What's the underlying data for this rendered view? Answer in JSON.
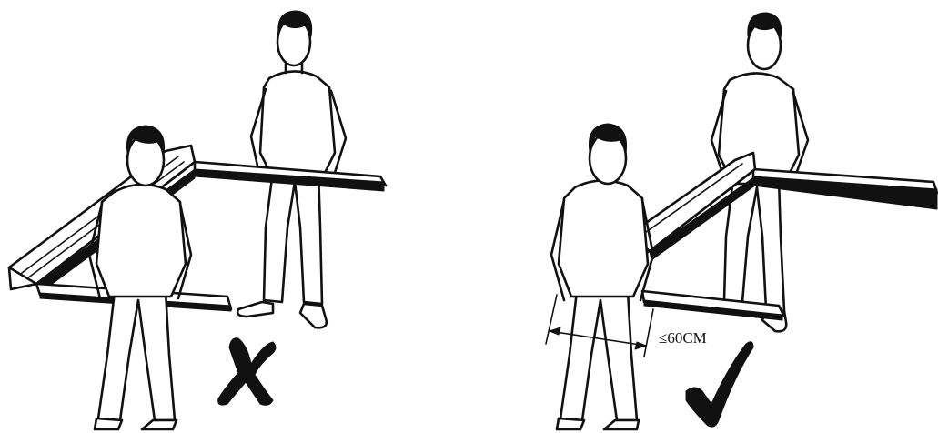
{
  "panels": [
    {
      "id": "wrong",
      "verdict": "wrong",
      "mark_glyph": "✗"
    },
    {
      "id": "correct",
      "verdict": "correct",
      "mark_glyph": "✓",
      "dimension_label": "≤60CM"
    }
  ],
  "colors": {
    "line": "#111111",
    "background": "#ffffff"
  }
}
